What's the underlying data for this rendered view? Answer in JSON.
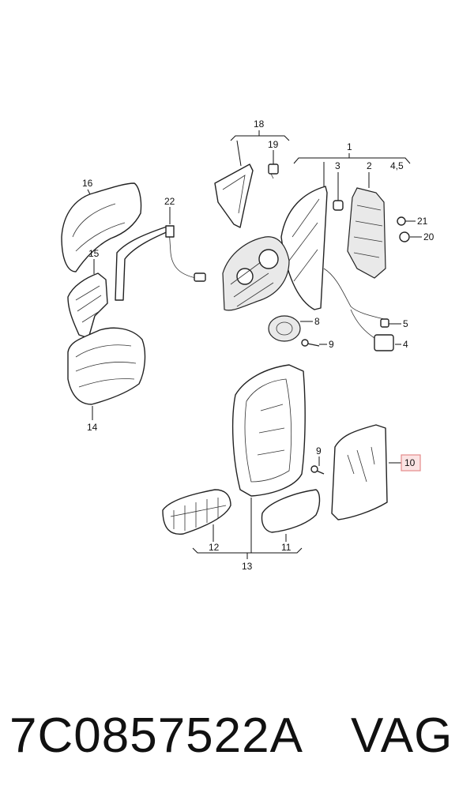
{
  "callouts": {
    "c1": "1",
    "c2": "2",
    "c45": "4,5",
    "c3": "3",
    "c18": "18",
    "c19": "19",
    "c16": "16",
    "c22": "22",
    "c15": "15",
    "c21": "21",
    "c20": "20",
    "c8": "8",
    "c9a": "9",
    "c5": "5",
    "c4": "4",
    "c14": "14",
    "c9b": "9",
    "c10": "10",
    "c12": "12",
    "c11": "11",
    "c13": "13"
  },
  "highlight_color": "#e48a8a",
  "footer": {
    "part_number": "7C0857522A",
    "brand": "VAG"
  }
}
